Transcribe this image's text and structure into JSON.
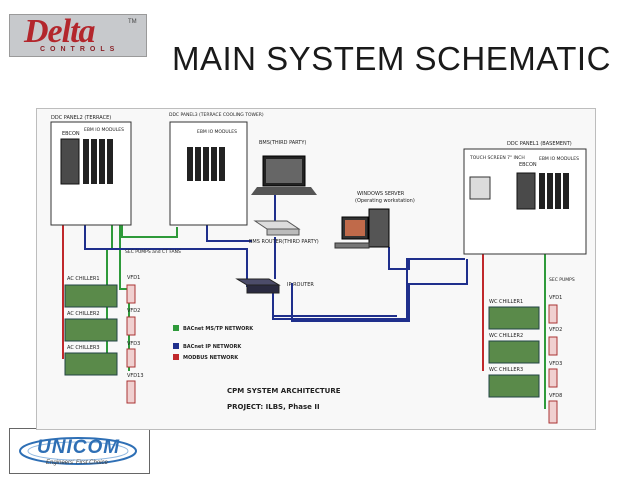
{
  "title": "MAIN SYSTEM SCHEMATIC",
  "logos": {
    "delta": {
      "word": "Delta",
      "sub": "CONTROLS",
      "tm": "TM"
    },
    "unicom": {
      "word": "UNICOM",
      "tagline": "Engineers' First Choice"
    }
  },
  "panels": {
    "panel2": {
      "title": "DDC PANEL2 (TERRACE)",
      "ebcon": "EBCON",
      "modules": "EBM IO MODULES"
    },
    "panel3": {
      "title": "DDC PANEL3 (TERRACE COOLING TOWER)",
      "modules": "EBM IO MODULES"
    },
    "panel1": {
      "title": "DDC PANEL1 (BASEMENT)",
      "touch": "TOUCH SCREEN 7\" INCH",
      "ebcon": "EBCON",
      "modules": "EBM IO MODULES"
    }
  },
  "devices": {
    "bms": "BMS(THIRD PARTY)",
    "bms_router": "BMS ROUTER(THIRD PARTY)",
    "windows_server": "WINDOWS SERVER",
    "windows_server_sub": "(Operating workstation)",
    "ip_router": "IP ROUTER"
  },
  "left_equipment": {
    "chillers": [
      "AC CHILLER1",
      "AC CHILLER2",
      "AC CHILLER3"
    ],
    "sec_pumps": "SEC PUMPS and CT FANS",
    "vfds": [
      "VFD1",
      "VFD2",
      "VFD3",
      "VFD13"
    ]
  },
  "right_equipment": {
    "chillers": [
      "WC CHILLER1",
      "WC CHILLER2",
      "WC CHILLER3"
    ],
    "sec_pumps": "SEC PUMPS",
    "vfds": [
      "VFD1",
      "VFD2",
      "VFD3",
      "VFD8"
    ]
  },
  "legend": [
    {
      "label": "BACnet MS/TP NETWORK",
      "color": "#2e9a3a"
    },
    {
      "label": "BACnet IP NETWORK",
      "color": "#1f2f8c"
    },
    {
      "label": "MODBUS NETWORK",
      "color": "#c0282b"
    }
  ],
  "footer": {
    "line1": "CPM SYSTEM ARCHITECTURE",
    "line2": "PROJECT: ILBS, Phase II"
  }
}
